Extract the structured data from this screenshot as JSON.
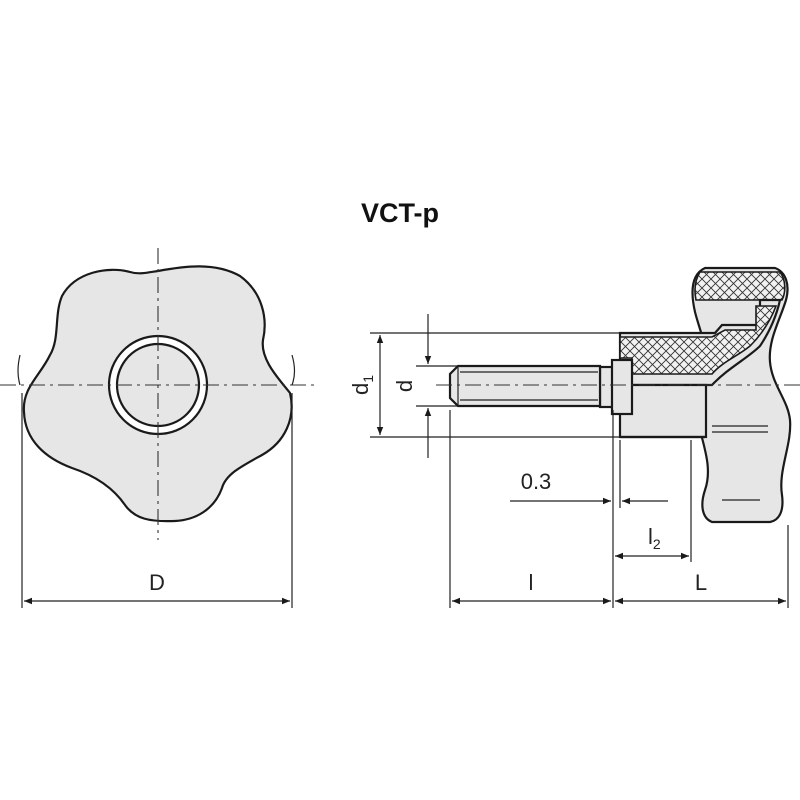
{
  "title": "VCT-p",
  "labels": {
    "D": "D",
    "d1_main": "d",
    "d1_sub": "1",
    "d": "d",
    "gap": "0.3",
    "l2_main": "l",
    "l2_sub": "2",
    "l": "l",
    "L": "L"
  },
  "colors": {
    "line": "#1a1a1a",
    "body_fill": "#e6e6e6",
    "background": "#ffffff"
  }
}
